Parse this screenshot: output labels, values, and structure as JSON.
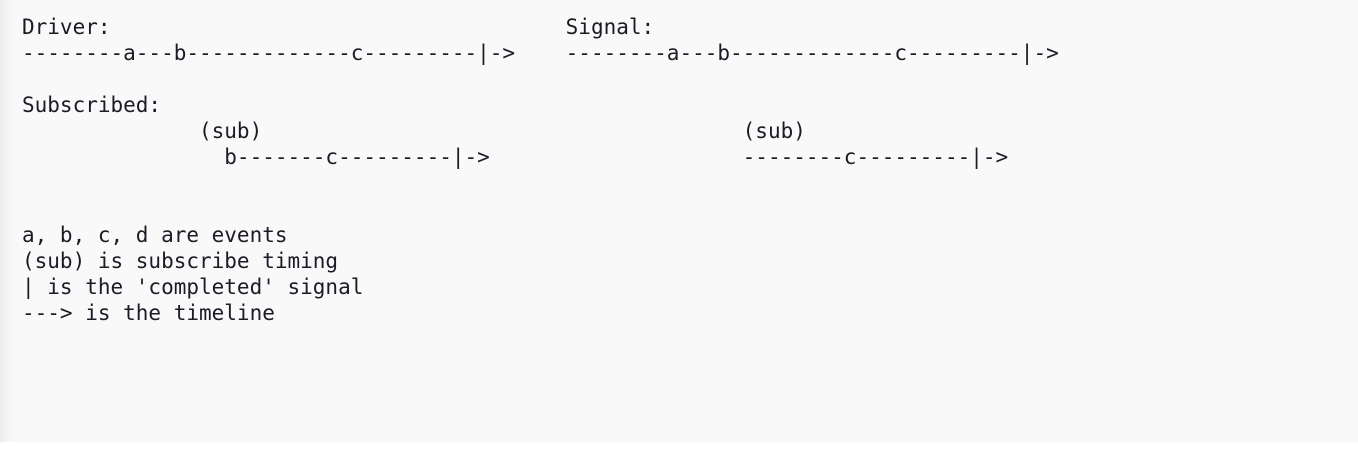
{
  "document": {
    "type": "ascii-marble-diagram",
    "background_color": "#f9f9fa",
    "text_color": "#1b1b26"
  },
  "columns": {
    "left": {
      "driver_label": "Driver:",
      "driver_timeline": "--------a---b-------------c---------|->",
      "subscribed_label": "Subscribed:",
      "sub_marker": "(sub)",
      "sub_timeline": "b-------c---------|->"
    },
    "right": {
      "signal_label": "Signal:",
      "signal_timeline": "--------a---b-------------c---------|->",
      "sub_marker": "(sub)",
      "sub_timeline": "--------c---------|->"
    }
  },
  "lines": [
    "Driver:                                    Signal:",
    "--------a---b-------------c---------|->    --------a---b-------------c---------|->",
    "",
    "Subscribed:",
    "              (sub)                                      (sub)",
    "                b-------c---------|->                    --------c---------|->",
    "",
    "",
    "a, b, c, d are events",
    "(sub) is subscribe timing",
    "| is the 'completed' signal",
    "---> is the timeline"
  ],
  "legend": {
    "events": "a, b, c, d are events",
    "subscribe": "(sub) is subscribe timing",
    "completed": "| is the 'completed' signal",
    "timeline": "---> is the timeline"
  }
}
